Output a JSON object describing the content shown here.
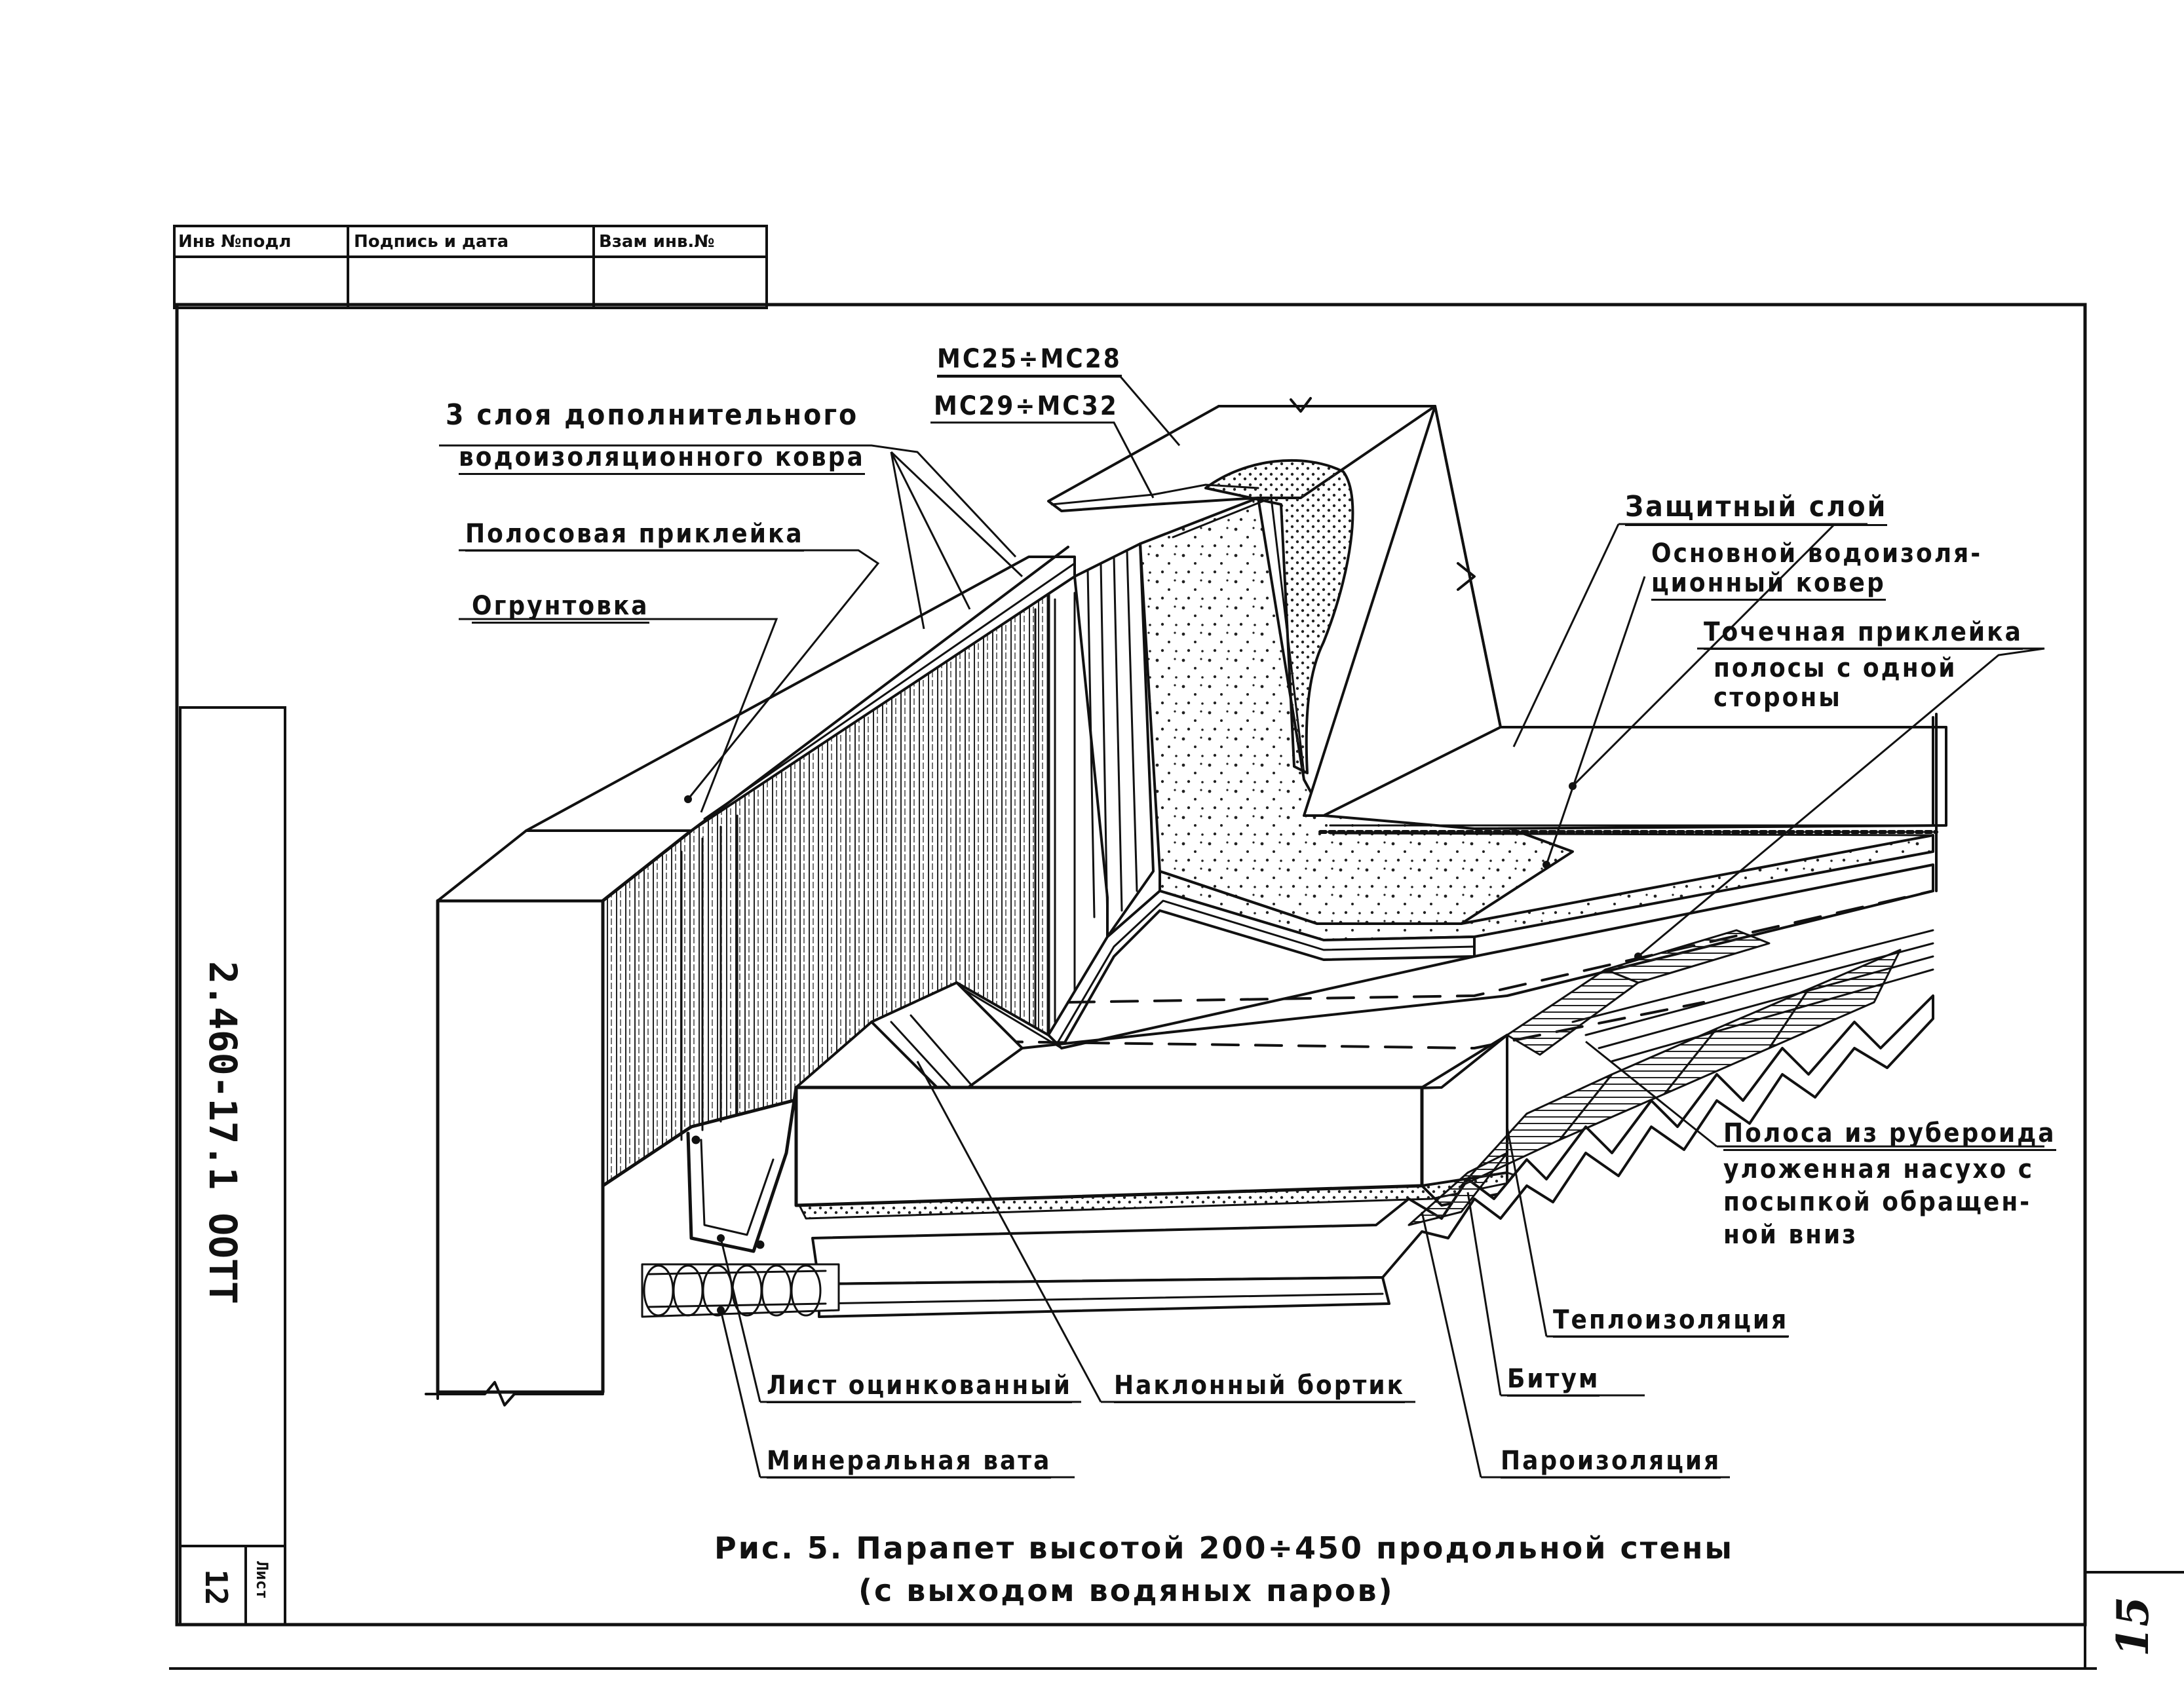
{
  "title_block": {
    "col1": "Инв №подл",
    "col2": "Подпись и дата",
    "col3": "Взам инв.№"
  },
  "side_stamp": {
    "doc_code": "2.460-17.1 ООТТ",
    "sheet_label": "Лист",
    "sheet_number": "12"
  },
  "page_number": "15",
  "labels": {
    "mc_top": "МС25÷МС28",
    "mc_bottom": "МС29÷МС32",
    "layers_line1": "3 слоя дополнительного",
    "layers_line2": "водоизоляционного ковра",
    "strip_gluing": "Полосовая приклейка",
    "primer": "Огрунтовка",
    "protective": "Защитный слой",
    "main_carpet_line1": "Основной водоизоля-",
    "main_carpet_line2": "ционный ковер",
    "spot_line1": "Точечная приклейка",
    "spot_line2": "полосы с одной",
    "spot_line3": "стороны",
    "ruberoid_line1": "Полоса из рубероида",
    "ruberoid_line2": "уложенная насухо с",
    "ruberoid_line3": "посыпкой обращен-",
    "ruberoid_line4": "ной вниз",
    "insulation": "Теплоизоляция",
    "bitumen": "Битум",
    "vapor": "Пароизоляция",
    "galvanized": "Лист оцинкованный",
    "slope_curb": "Наклонный бортик",
    "mineral_wool": "Минеральная вата"
  },
  "caption": {
    "line1": "Рис. 5. Парапет высотой 200÷450 продольной стены",
    "line2": "(с выходом водяных паров)"
  }
}
